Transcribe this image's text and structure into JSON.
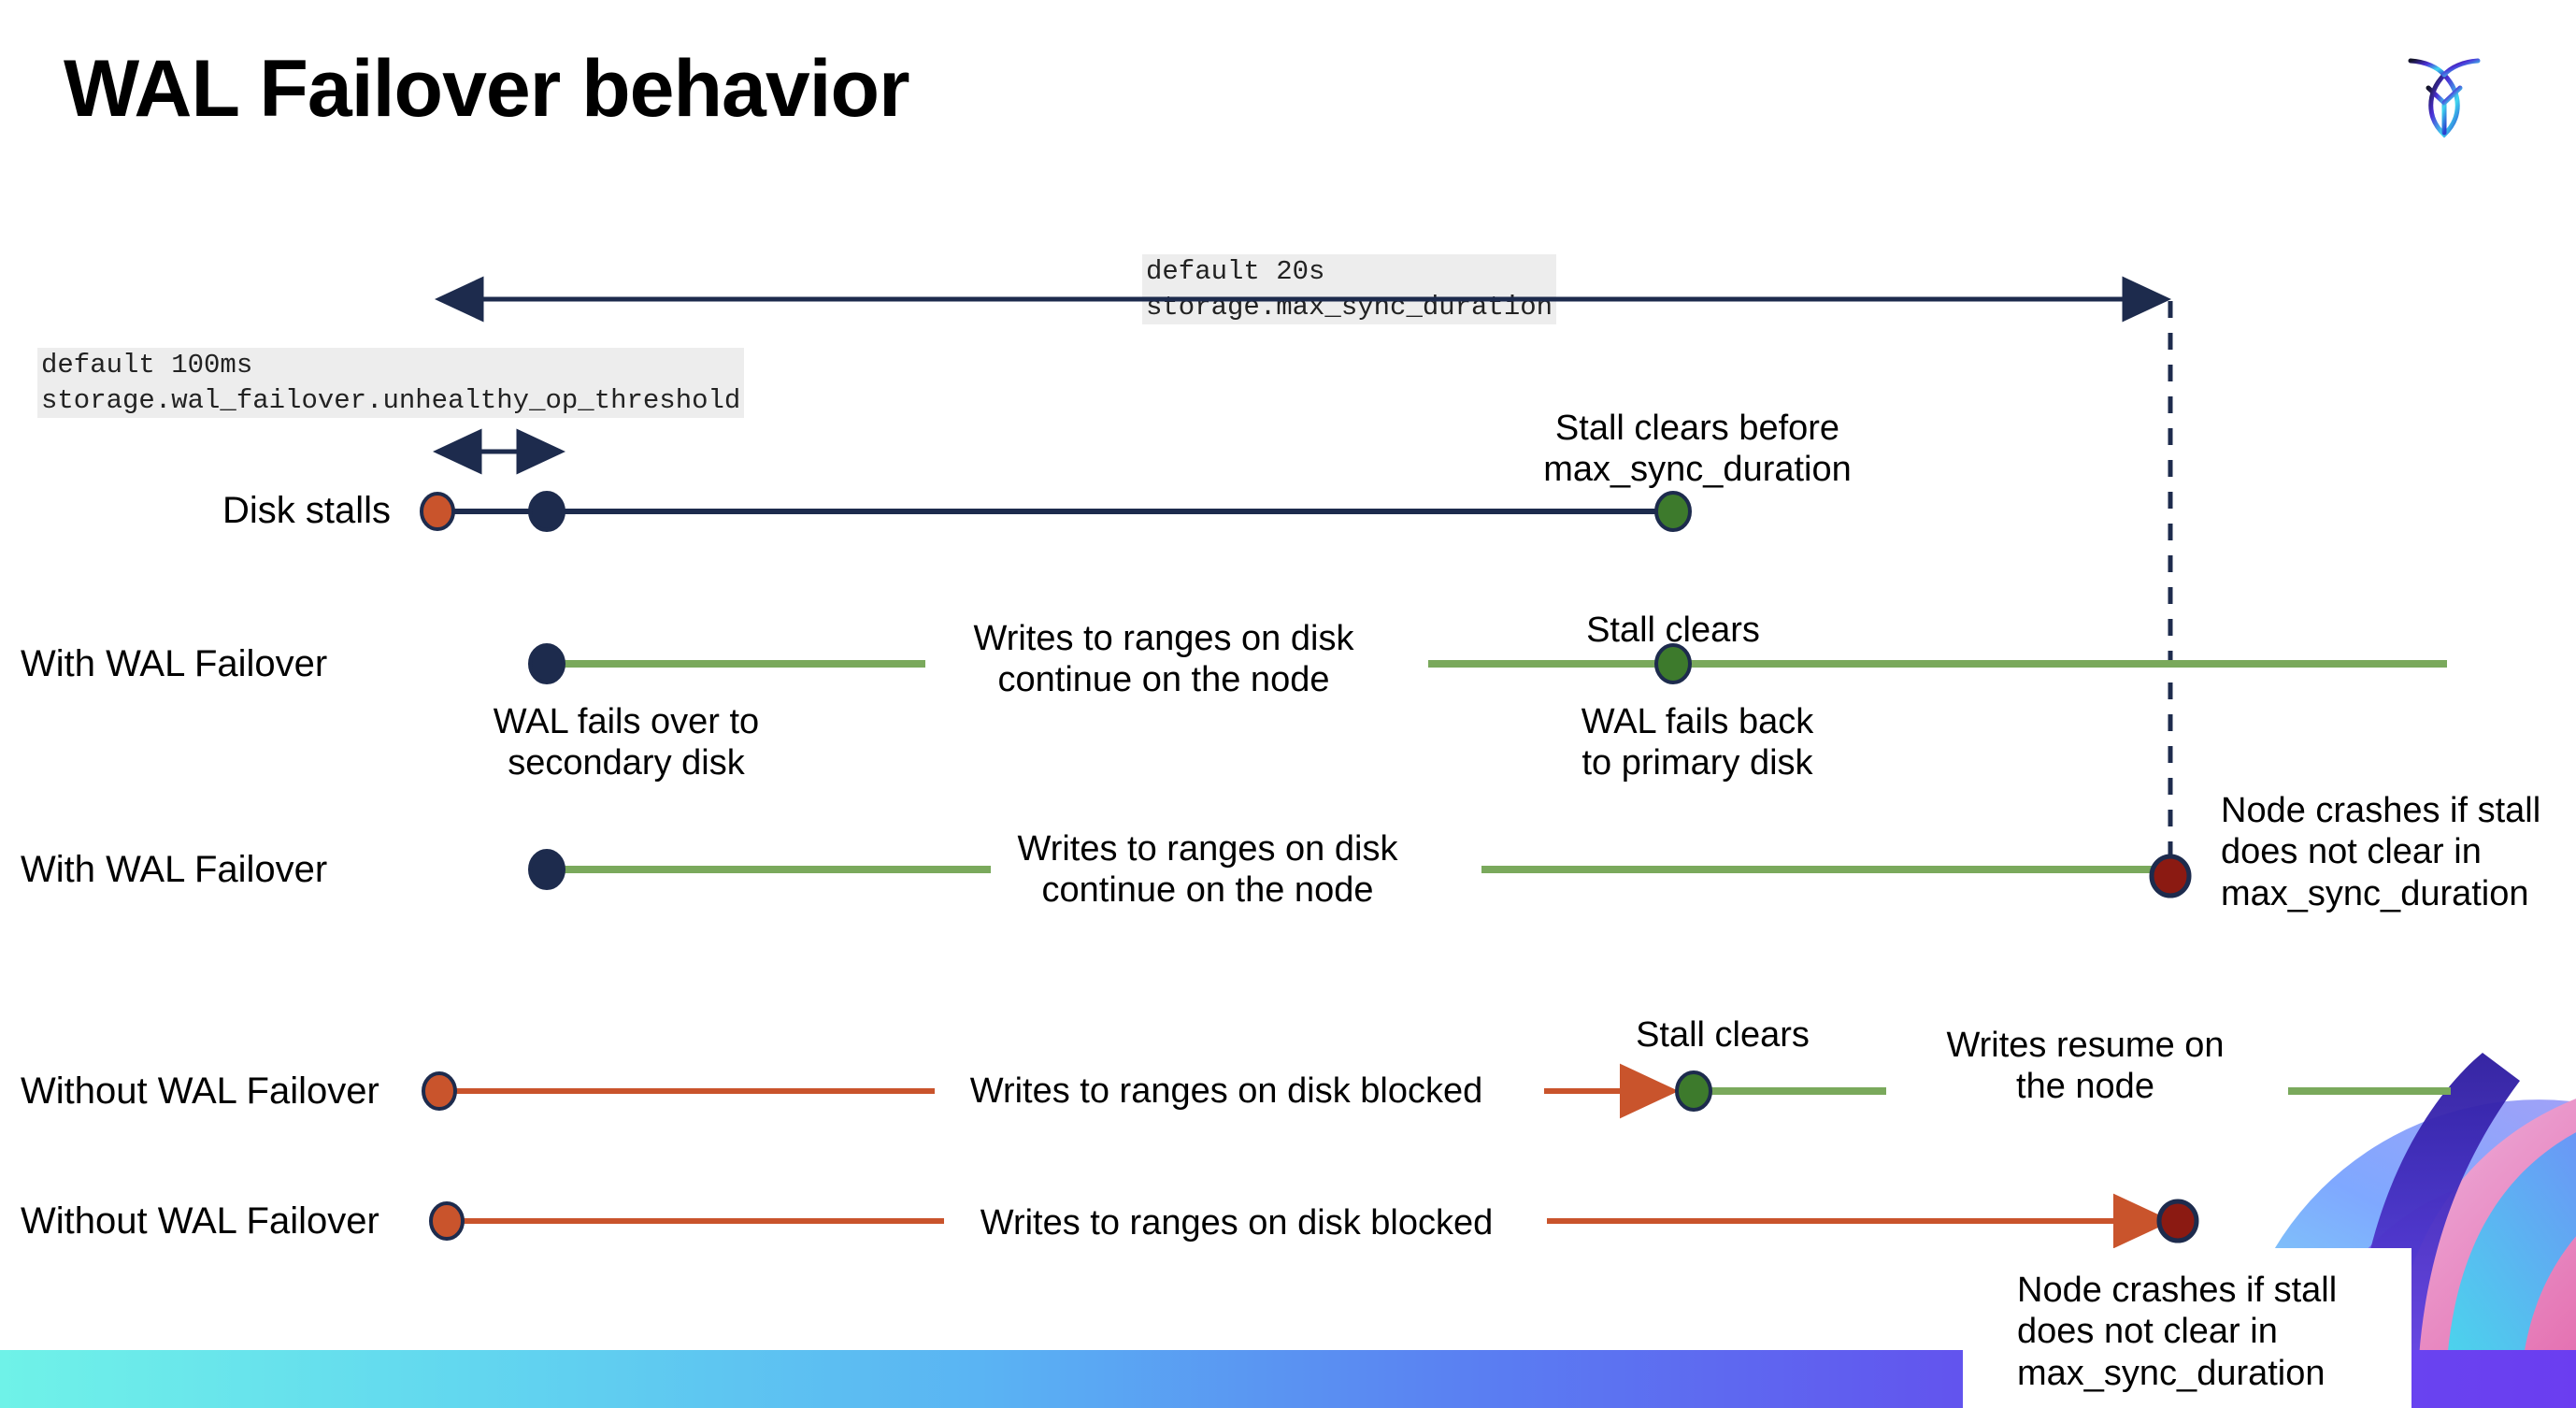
{
  "slide": {
    "title": "WAL Failover behavior",
    "logo_name": "cockroachdb-logo"
  },
  "colors": {
    "navy": "#1d2b4d",
    "green_line": "#7aa95c",
    "green_dot": "#3d7a2c",
    "orange": "#c9542c",
    "dark_red": "#8b1a12",
    "code_bg": "#ededed",
    "bottom_gradient_start": "#6ff2e8",
    "bottom_gradient_end": "#6b3df0"
  },
  "annotations": {
    "max_sync": {
      "line1": "default 20s",
      "line2": "storage.max_sync_duration"
    },
    "unhealthy_op": {
      "line1": "default 100ms",
      "line2": "storage.wal_failover.unhealthy_op_threshold"
    }
  },
  "rows": [
    {
      "id": "disk-stalls",
      "label": "Disk stalls",
      "note": "Stall clears before\nmax_sync_duration"
    },
    {
      "id": "with-wal-failover-1",
      "label": "With WAL Failover",
      "note_left": "Writes to ranges on disk\ncontinue on the node",
      "note_under_start": "WAL fails over to\nsecondary disk",
      "note_above_clear": "Stall clears",
      "note_under_clear": "WAL fails  back\nto primary disk"
    },
    {
      "id": "with-wal-failover-2",
      "label": "With WAL Failover",
      "note_left": "Writes to ranges on disk\ncontinue on the node",
      "note_right": "Node crashes if stall\ndoes not clear in\nmax_sync_duration"
    },
    {
      "id": "without-wal-failover-1",
      "label": "Without WAL Failover",
      "note_left": "Writes to ranges on disk  blocked",
      "note_above_clear": "Stall clears",
      "note_right": "Writes resume on\nthe node"
    },
    {
      "id": "without-wal-failover-2",
      "label": "Without WAL Failover",
      "note_left": "Writes to ranges on disk  blocked",
      "note_callout": "Node crashes if stall\ndoes not clear in\nmax_sync_duration"
    }
  ]
}
